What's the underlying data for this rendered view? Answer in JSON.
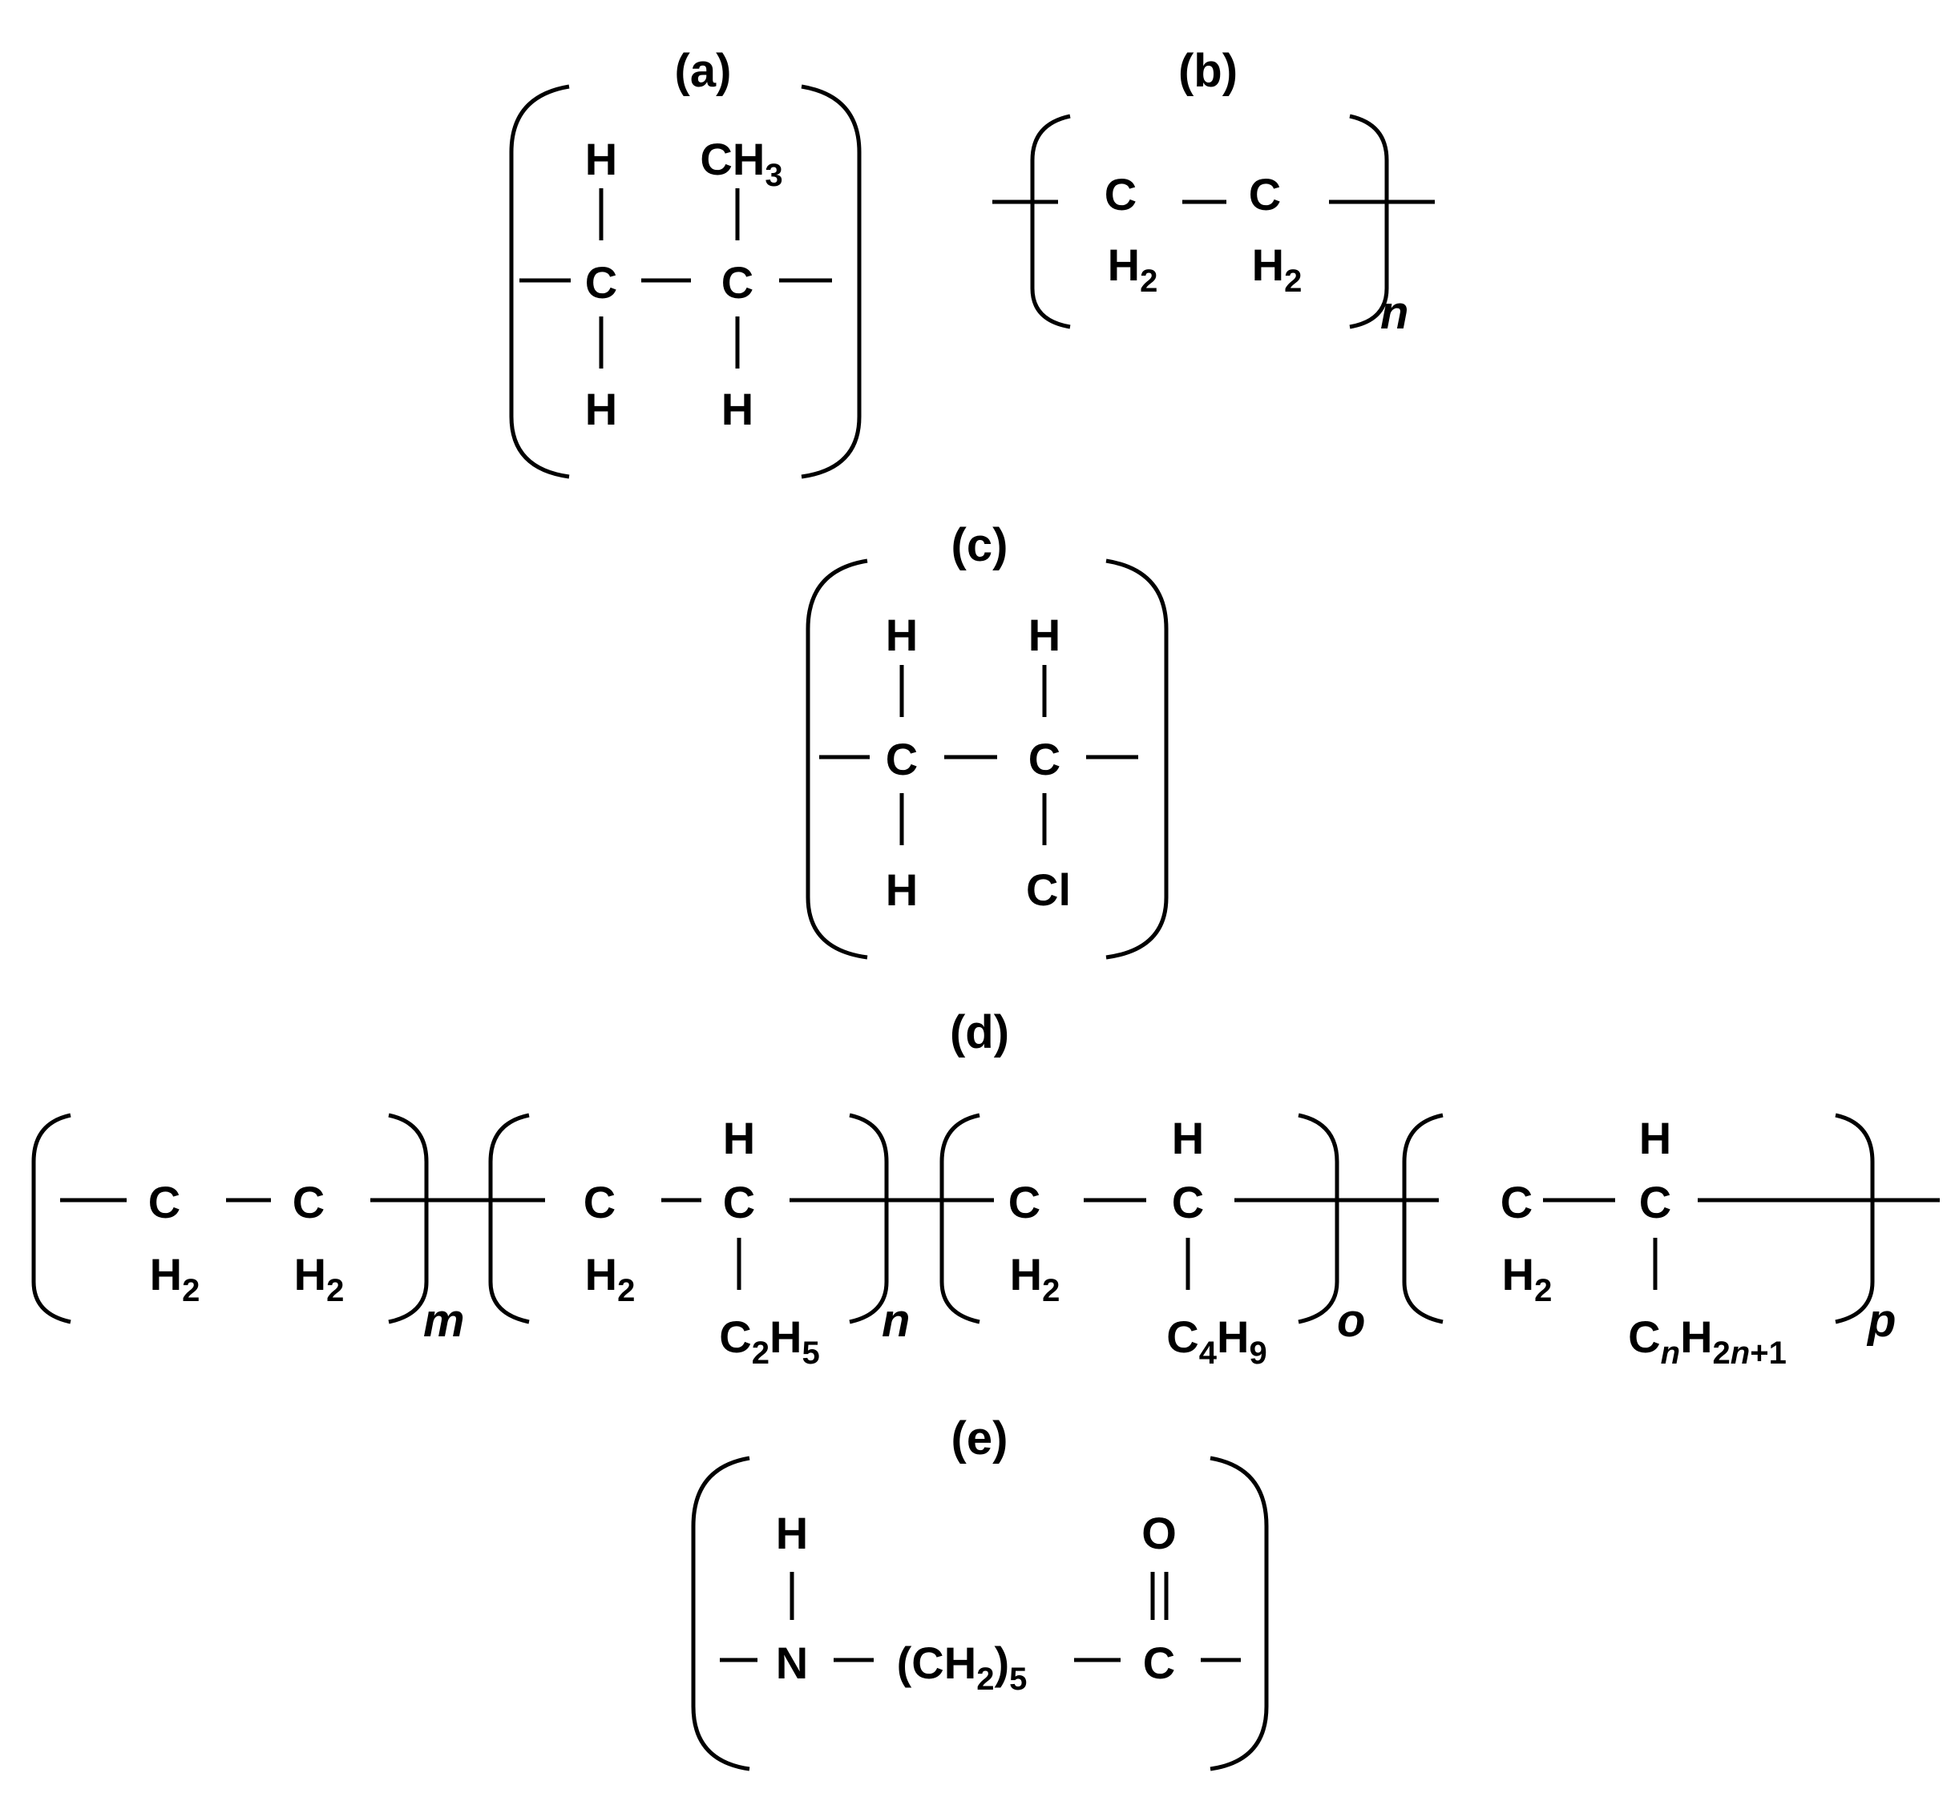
{
  "labels": {
    "a": "(a)",
    "b": "(b)",
    "c": "(c)",
    "d": "(d)",
    "e": "(e)"
  },
  "structure_a": {
    "h1": "H",
    "ch3": "CH3",
    "c1": "C",
    "c2": "C",
    "h2": "H",
    "h3": "H"
  },
  "structure_b": {
    "c1": "C",
    "h2a": "H2",
    "c2": "C",
    "h2b": "H2",
    "repeat": "n"
  },
  "structure_c": {
    "h1": "H",
    "h2": "H",
    "c1": "C",
    "c2": "C",
    "h3": "H",
    "cl": "Cl"
  },
  "structure_d": {
    "u1_c1": "C",
    "u1_h1": "H2",
    "u1_c2": "C",
    "u1_h2": "H2",
    "u1_repeat": "m",
    "u2_c1": "C",
    "u2_h1": "H2",
    "u2_h": "H",
    "u2_c2": "C",
    "u2_sub": "C2H5",
    "u2_repeat": "n",
    "u3_c1": "C",
    "u3_h1": "H2",
    "u3_h": "H",
    "u3_c2": "C",
    "u3_sub": "C4H9",
    "u3_repeat": "o",
    "u4_c1": "C",
    "u4_h1": "H2",
    "u4_h": "H",
    "u4_c2": "C",
    "u4_sub": "CnH2n+1",
    "u4_repeat": "p"
  },
  "structure_e": {
    "h": "H",
    "o": "O",
    "n": "N",
    "ch2": "(CH2)5",
    "c": "C"
  }
}
